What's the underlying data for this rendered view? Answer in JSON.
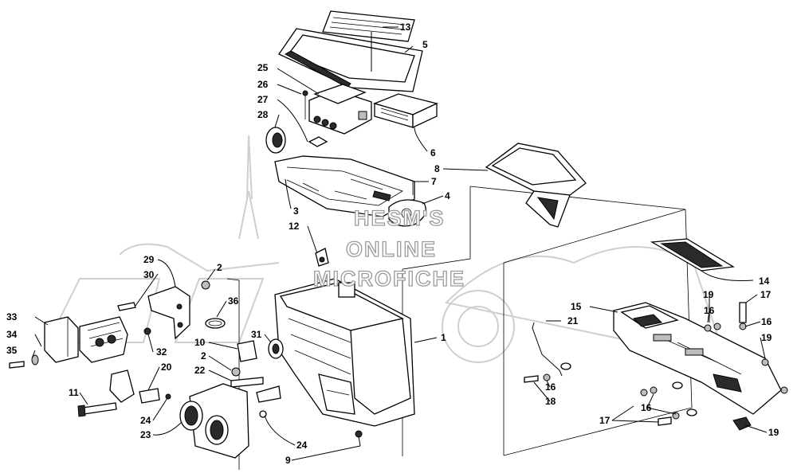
{
  "watermark": {
    "line1": "HESM'S",
    "line2": "ONLINE",
    "line3": "MICROFICHE"
  },
  "callouts": [
    {
      "id": "c13",
      "text": "13"
    },
    {
      "id": "c5",
      "text": "5"
    },
    {
      "id": "c25",
      "text": "25"
    },
    {
      "id": "c26",
      "text": "26"
    },
    {
      "id": "c27",
      "text": "27"
    },
    {
      "id": "c28",
      "text": "28"
    },
    {
      "id": "c6",
      "text": "6"
    },
    {
      "id": "c8",
      "text": "8"
    },
    {
      "id": "c7",
      "text": "7"
    },
    {
      "id": "c4",
      "text": "4"
    },
    {
      "id": "c3",
      "text": "3"
    },
    {
      "id": "c12",
      "text": "12"
    },
    {
      "id": "c29",
      "text": "29"
    },
    {
      "id": "c30",
      "text": "30"
    },
    {
      "id": "c2a",
      "text": "2"
    },
    {
      "id": "c36",
      "text": "36"
    },
    {
      "id": "c33",
      "text": "33"
    },
    {
      "id": "c34",
      "text": "34"
    },
    {
      "id": "c35",
      "text": "35"
    },
    {
      "id": "c32",
      "text": "32"
    },
    {
      "id": "c10",
      "text": "10"
    },
    {
      "id": "c31",
      "text": "31"
    },
    {
      "id": "c2b",
      "text": "2"
    },
    {
      "id": "c22",
      "text": "22"
    },
    {
      "id": "c20",
      "text": "20"
    },
    {
      "id": "c11",
      "text": "11"
    },
    {
      "id": "c24a",
      "text": "24"
    },
    {
      "id": "c23",
      "text": "23"
    },
    {
      "id": "c24b",
      "text": "24"
    },
    {
      "id": "c9",
      "text": "9"
    },
    {
      "id": "c1",
      "text": "1"
    },
    {
      "id": "c14",
      "text": "14"
    },
    {
      "id": "c15",
      "text": "15"
    },
    {
      "id": "c21",
      "text": "21"
    },
    {
      "id": "c19a",
      "text": "19"
    },
    {
      "id": "c17a",
      "text": "17"
    },
    {
      "id": "c16a",
      "text": "16"
    },
    {
      "id": "c16b",
      "text": "16"
    },
    {
      "id": "c19b",
      "text": "19"
    },
    {
      "id": "c16c",
      "text": "16"
    },
    {
      "id": "c18",
      "text": "18"
    },
    {
      "id": "c17b",
      "text": "17"
    },
    {
      "id": "c16d",
      "text": "16"
    },
    {
      "id": "c19c",
      "text": "19"
    }
  ]
}
